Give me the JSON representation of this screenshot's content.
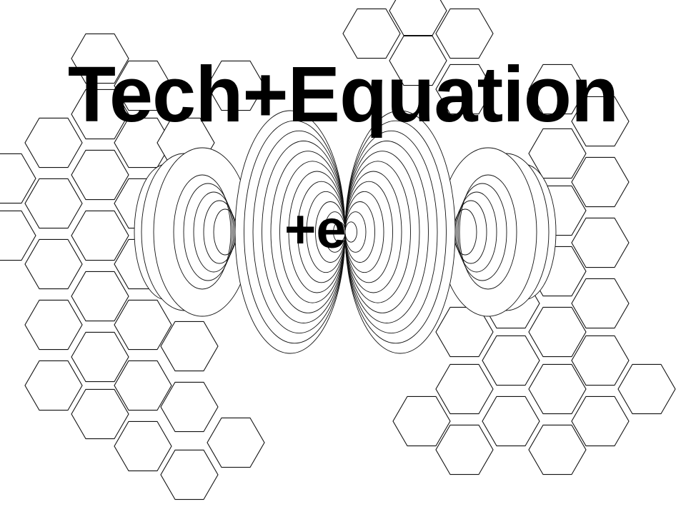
{
  "title": "Tech+Equation",
  "charge_label": "+e",
  "colors": {
    "background": "#ffffff",
    "ink": "#000000",
    "line": "#111111"
  },
  "decorations": [
    "honeycomb-hexagon-pattern",
    "electric-dipole-field-lines"
  ]
}
